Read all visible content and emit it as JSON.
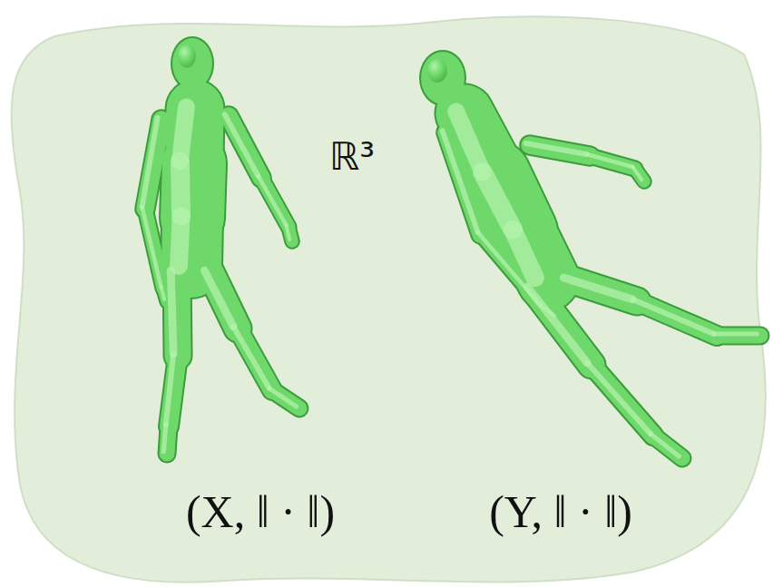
{
  "diagram": {
    "labels": [
      "ℝ³",
      "(X, ‖ · ‖)",
      "(Y, ‖ · ‖)"
    ]
  }
}
